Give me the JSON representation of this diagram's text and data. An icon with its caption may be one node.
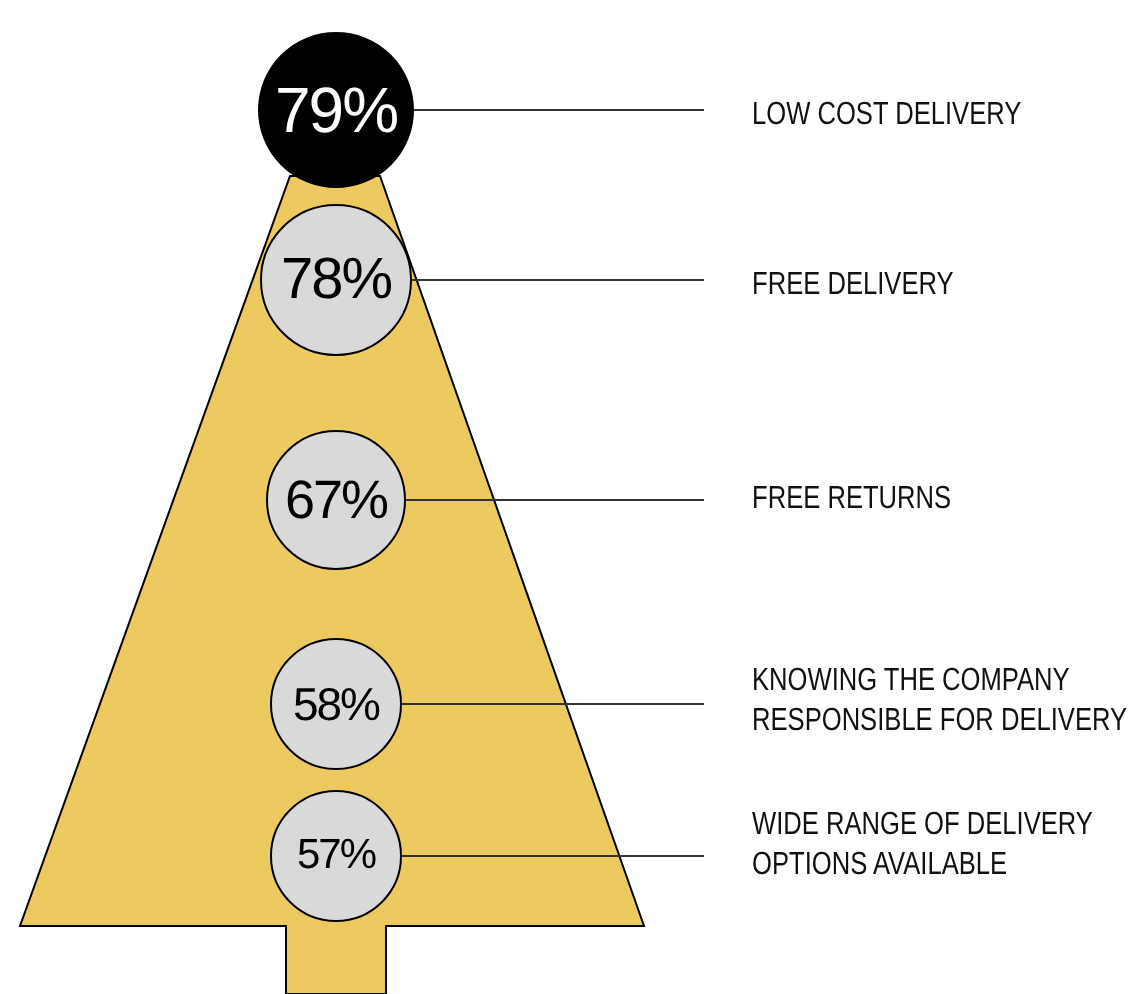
{
  "diagram": {
    "nodes": [
      {
        "text": [
          "79%"
        ]
      },
      {
        "text": [
          "78%"
        ]
      },
      {
        "text": [
          "67%"
        ]
      },
      {
        "text": [
          "58%"
        ]
      },
      {
        "text": [
          "57%"
        ]
      },
      {
        "text": [
          "LOW COST DELIVERY"
        ]
      },
      {
        "text": [
          "FREE DELIVERY"
        ]
      },
      {
        "text": [
          "FREE RETURNS"
        ]
      },
      {
        "text": [
          "KNOWING THE COMPANY RESPONSIBLE FOR DELIVERY"
        ]
      },
      {
        "text": [
          "WIDE RANGE OF DELIVERY OPTIONS AVAILABLE"
        ]
      }
    ],
    "edges": [
      {
        "from": 0,
        "to": 5,
        "arrow": "none"
      },
      {
        "from": 1,
        "to": 6,
        "arrow": "none"
      },
      {
        "from": 2,
        "to": 7,
        "arrow": "none"
      },
      {
        "from": 3,
        "to": 8,
        "arrow": "none"
      },
      {
        "from": 4,
        "to": 9,
        "arrow": "none"
      }
    ]
  }
}
